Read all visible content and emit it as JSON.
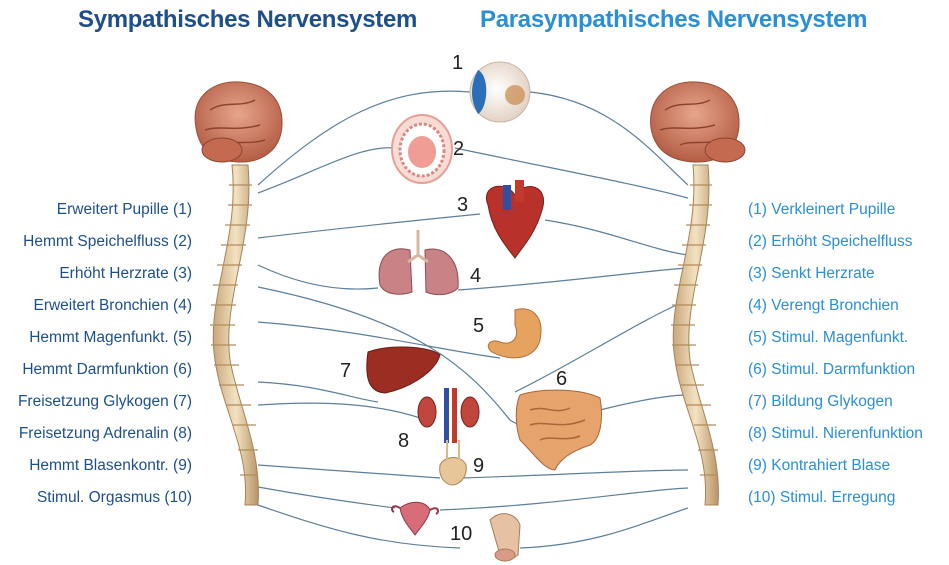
{
  "sympathetic_title": "Sympathisches Nervensystem",
  "parasympathetic_title": "Parasympathisches Nervensystem",
  "sympathetic_effects": [
    "Erweitert Pupille (1)",
    "Hemmt Speichelfluss (2)",
    "Erhöht Herzrate (3)",
    "Erweitert Bronchien (4)",
    "Hemmt Magenfunkt. (5)",
    "Hemmt Darmfunktion (6)",
    "Freisetzung Glykogen (7)",
    "Freisetzung Adrenalin (8)",
    "Hemmt Blasenkontr. (9)",
    "Stimul. Orgasmus (10)"
  ],
  "parasympathetic_effects": [
    "(1) Verkleinert Pupille",
    "(2) Erhöht Speichelfluss",
    "(3) Senkt Herzrate",
    "(4) Verengt Bronchien",
    "(5) Stimul. Magenfunkt.",
    "(6) Stimul. Darmfunktion",
    "(7) Bildung Glykogen",
    "(8) Stimul. Nierenfunktion",
    "(9) Kontrahiert Blase",
    "(10) Stimul. Erregung"
  ],
  "organ_numbers": [
    "1",
    "2",
    "3",
    "4",
    "5",
    "6",
    "7",
    "8",
    "9",
    "10"
  ],
  "organs": [
    "eye-icon",
    "mouth-icon",
    "heart-icon",
    "lungs-icon",
    "stomach-icon",
    "intestine-icon",
    "liver-icon",
    "kidneys-icon",
    "bladder-icon",
    "reproductive-organs-icon"
  ],
  "colors": {
    "sympathetic": "#1f4f8b",
    "parasympathetic": "#2a8fd6",
    "nerve_lines": "#5d7f99",
    "brain": "#c8775f",
    "spine": "#e2c9a0"
  }
}
